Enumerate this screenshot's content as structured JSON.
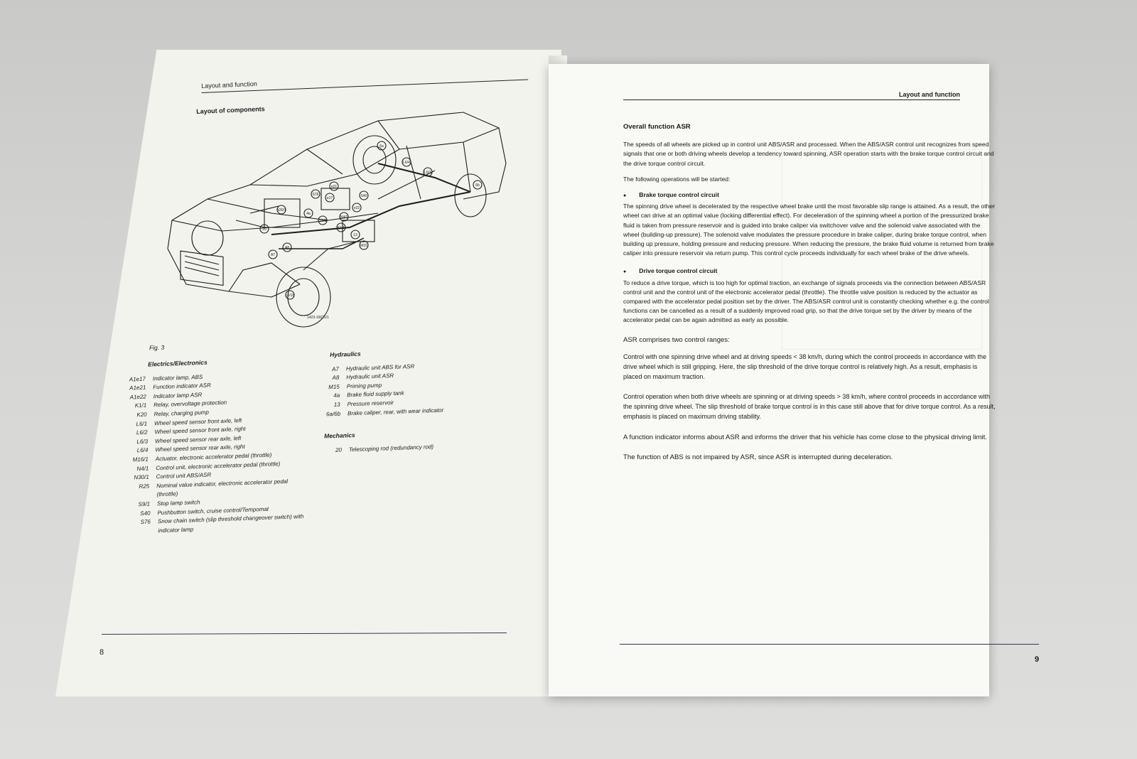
{
  "left_page": {
    "header": "Layout and function",
    "subtitle": "Layout of components",
    "drawing_code": "1423-16621/1",
    "callouts": [
      "6a",
      "L6/4",
      "L6/1",
      "S76",
      "e21",
      "S40",
      "e17",
      "e22",
      "N30/1",
      "4a",
      "S9/1",
      "N4/1",
      "K1/1",
      "20",
      "13",
      "M15",
      "A7",
      "A8",
      "6b",
      "L6/1b"
    ],
    "fig_label": "Fig. 3",
    "electrics": {
      "heading": "Electrics/Electronics",
      "items": [
        {
          "code": "A1e17",
          "label": "Indicator lamp, ABS"
        },
        {
          "code": "A1e21",
          "label": "Function indicator ASR"
        },
        {
          "code": "A1e22",
          "label": "Indicator lamp ASR"
        },
        {
          "code": "K1/1",
          "label": "Relay, overvoltage protection"
        },
        {
          "code": "K20",
          "label": "Relay, charging pump"
        },
        {
          "code": "L6/1",
          "label": "Wheel speed sensor front axle, left"
        },
        {
          "code": "L6/2",
          "label": "Wheel speed sensor front axle, right"
        },
        {
          "code": "L6/3",
          "label": "Wheel speed sensor rear axle, left"
        },
        {
          "code": "L6/4",
          "label": "Wheel speed sensor rear axle, right"
        },
        {
          "code": "M16/1",
          "label": "Actuator, electronic accelerator pedal (throttle)"
        },
        {
          "code": "N4/1",
          "label": "Control unit, electronic accelerator pedal (throttle)"
        },
        {
          "code": "N30/1",
          "label": "Control unit ABS/ASR"
        },
        {
          "code": "R25",
          "label": "Nominal value indicator, electronic accelerator pedal (throttle)"
        },
        {
          "code": "S9/1",
          "label": "Stop lamp switch"
        },
        {
          "code": "S40",
          "label": "Pushbutton switch, cruise control/Tempomat"
        },
        {
          "code": "S76",
          "label": "Snow chain switch (slip threshold changeover switch) with indicator lamp"
        }
      ]
    },
    "hydraulics": {
      "heading": "Hydraulics",
      "items": [
        {
          "code": "A7",
          "label": "Hydraulic unit ABS for ASR"
        },
        {
          "code": "A8",
          "label": "Hydraulic unit ASR"
        },
        {
          "code": "M15",
          "label": "Priming pump"
        },
        {
          "code": "4a",
          "label": "Brake fluid supply tank"
        },
        {
          "code": "13",
          "label": "Pressure reservoir"
        },
        {
          "code": "6a/6b",
          "label": "Brake caliper, rear, with wear indicator"
        }
      ]
    },
    "mechanics": {
      "heading": "Mechanics",
      "items": [
        {
          "code": "20",
          "label": "Telescoping rod (redundancy rod)"
        }
      ]
    },
    "page_number": "8"
  },
  "right_page": {
    "header": "Layout and function",
    "title": "Overall function ASR",
    "intro": "The speeds of all wheels are picked up in control unit ABS/ASR and processed. When the ABS/ASR control unit recognizes from speed signals that one or both driving wheels develop a tendency toward spinning, ASR operation starts with the brake torque control circuit and the drive torque control circuit.",
    "ops_intro": "The following operations will be started:",
    "brake_heading": "Brake torque control circuit",
    "brake_text": "The spinning drive wheel is decelerated by the respective wheel brake until the most favorable slip range is attained. As a result, the other wheel can drive at an optimal value (locking differential effect). For deceleration of the spinning wheel a portion of the pressurized brake fluid is taken from pressure reservoir and is guided into brake caliper via switchover valve and the solenoid valve associated with the wheel (building-up pressure). The solenoid valve modulates the pressure procedure in brake caliper, during brake torque control, when building up pressure, holding pressure and reducing pressure. When reducing the pressure, the brake fluid volume is returned from brake caliper into pressure reservoir via return pump. This control cycle proceeds individually for each wheel brake of the drive wheels.",
    "drive_heading": "Drive torque control circuit",
    "drive_text": "To reduce a drive torque, which is too high for optimal traction, an exchange of signals proceeds via the connection between ABS/ASR control unit and the control unit of the electronic accelerator pedal (throttle). The throttle valve position is reduced by the actuator as compared with the accelerator pedal position set by the driver. The ABS/ASR control unit is constantly checking whether e.g. the control functions can be cancelled as a result of a suddenly improved road grip, so that the drive torque set by the driver by means of the accelerator pedal can be again admitted as early as possible.",
    "ranges_intro": "ASR comprises two control ranges:",
    "range1": "Control with one spinning drive wheel and at driving speeds < 38 km/h, during which the control proceeds in accordance with the drive wheel which is still gripping. Here, the slip threshold of the drive torque control is relatively high. As a result, emphasis is placed on maximum traction.",
    "range2": "Control operation when both drive wheels are spinning or at driving speeds > 38 km/h, where control proceeds in accordance with the spinning drive wheel. The slip threshold of brake torque control is in this case still above that for drive torque control. As a result, emphasis is placed on maximum driving stability.",
    "indicator_text": "A function indicator informs about ASR and informs the driver that his vehicle has come close to the physical driving limit.",
    "abs_text": "The function of ABS is not impaired by ASR, since ASR is interrupted during deceleration.",
    "page_number": "9"
  }
}
